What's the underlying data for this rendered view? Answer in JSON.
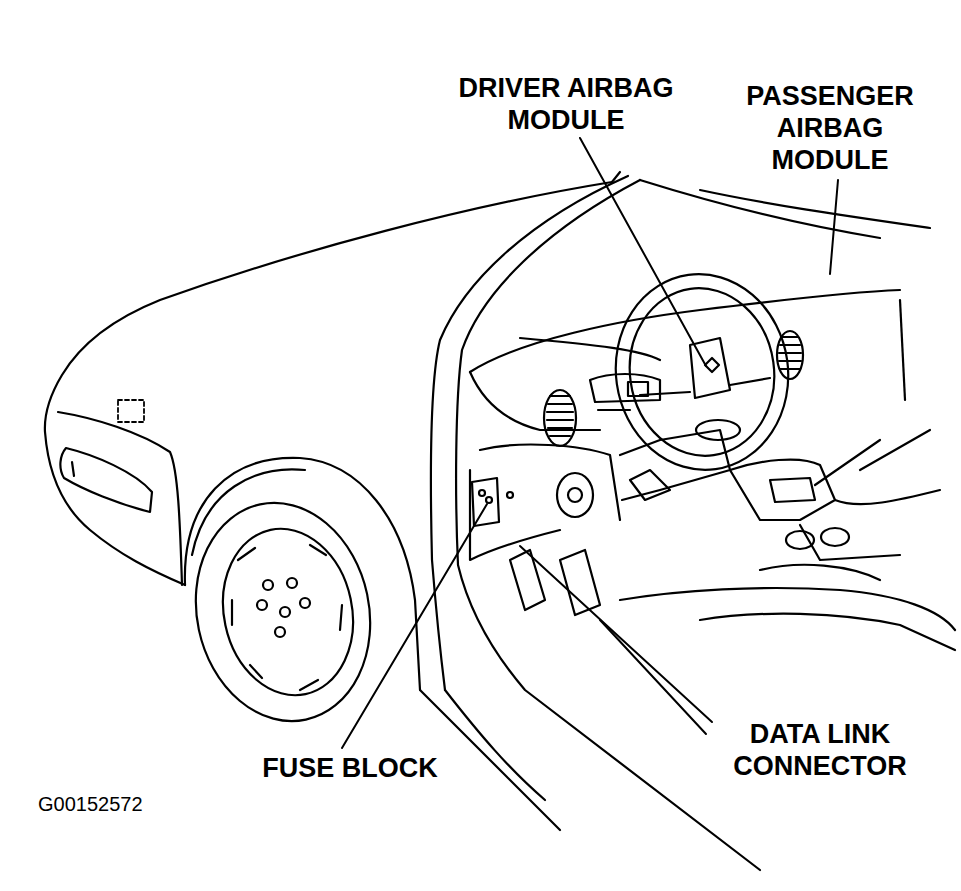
{
  "diagram": {
    "labels": [
      "DRIVER AIRBAG MODULE",
      "PASSENGER AIRBAG MODULE",
      "FUSE BLOCK",
      "DATA LINK CONNECTOR",
      "G00152572"
    ]
  }
}
